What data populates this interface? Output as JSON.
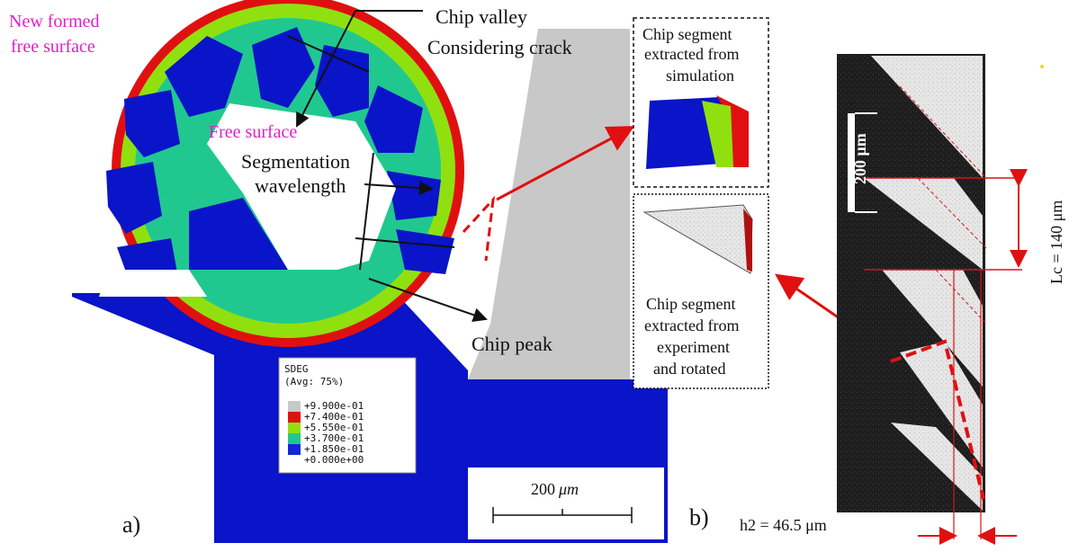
{
  "labels": {
    "new_formed_line1": "New formed",
    "new_formed_line2": "free surface",
    "free_surface": "Free surface",
    "chip_valley": "Chip valley",
    "considering_crack": "Considering crack",
    "segmentation_line1": "Segmentation",
    "segmentation_line2": "wavelength",
    "chip_peak": "Chip peak",
    "panel_a": "a)",
    "panel_b": "b)",
    "sim_box_line1": "Chip segment",
    "sim_box_line2": "extracted from",
    "sim_box_line3": "simulation",
    "exp_box_line1": "Chip segment",
    "exp_box_line2": "extracted from",
    "exp_box_line3": "experiment",
    "exp_box_line4": "and rotated",
    "lc_label": "Lc = 140 μm",
    "h2_label": "h2 = 46.5 μm",
    "scale_200_sem": "200 μm",
    "scale_200_sim_num": "200",
    "scale_200_sim_unit": "μm"
  },
  "legend": {
    "title": "SDEG",
    "subtitle": "(Avg: 75%)",
    "entries": [
      {
        "value": "+9.900e-01",
        "color": "#c8c8c8"
      },
      {
        "value": "+7.400e-01",
        "color": "#e01010"
      },
      {
        "value": "+5.550e-01",
        "color": "#90e010"
      },
      {
        "value": "+3.700e-01",
        "color": "#20c890"
      },
      {
        "value": "+1.850e-01",
        "color": "#1028d8"
      },
      {
        "value": "+0.000e+00",
        "color": ""
      }
    ]
  },
  "colors": {
    "blue": "#0a14c8",
    "red": "#e01010",
    "green": "#90e010",
    "teal": "#20c890",
    "grey": "#c8c8c8",
    "magenta": "#e020c8"
  }
}
